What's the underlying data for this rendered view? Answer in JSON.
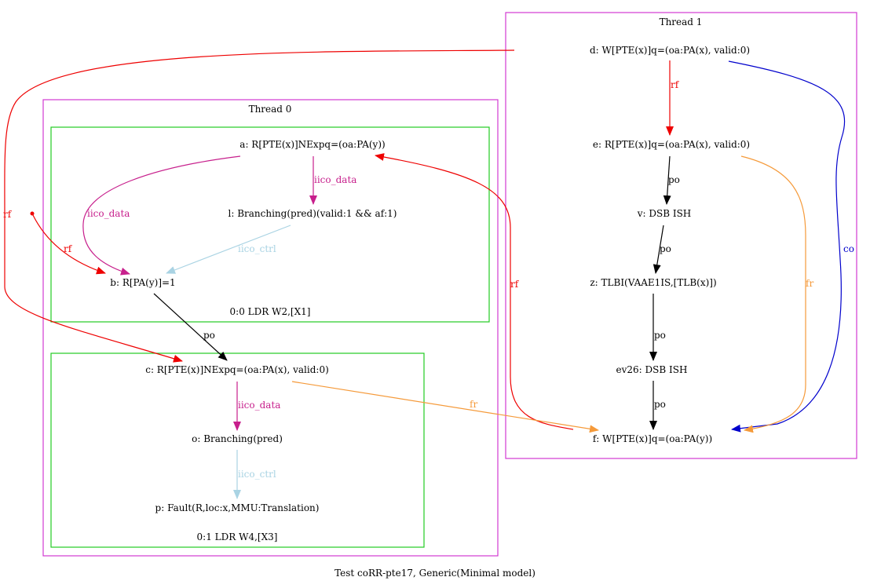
{
  "caption": "Test coRR-pte17, Generic(Minimal model)",
  "colors": {
    "thread_box": "#d23ad2",
    "instr_box": "#22cc22",
    "rf": "#ee0000",
    "po": "#000000",
    "co": "#0000cc",
    "fr": "#f59a3a",
    "iico_data": "#c71f8c",
    "iico_ctrl": "#a9d3e3"
  },
  "threads": [
    {
      "title": "Thread 1"
    },
    {
      "title": "Thread 0"
    }
  ],
  "instructions": [
    {
      "label": "0:0 LDR W2,[X1]"
    },
    {
      "label": "0:1 LDR W4,[X3]"
    }
  ],
  "nodes": {
    "d": "d: W[PTE(x)]q=(oa:PA(x), valid:0)",
    "e": "e: R[PTE(x)]q=(oa:PA(x), valid:0)",
    "v": "v: DSB ISH",
    "z": "z: TLBI(VAAE1IS,[TLB(x)])",
    "ev26": "ev26: DSB ISH",
    "f": "f: W[PTE(x)]q=(oa:PA(y))",
    "a": "a: R[PTE(x)]NExpq=(oa:PA(y))",
    "l": "l: Branching(pred)(valid:1 && af:1)",
    "b": "b: R[PA(y)]=1",
    "c": "c: R[PTE(x)]NExpq=(oa:PA(x), valid:0)",
    "o": "o: Branching(pred)",
    "p": "p: Fault(R,loc:x,MMU:Translation)"
  },
  "edge_labels": {
    "rf": "rf",
    "po": "po",
    "co": "co",
    "fr": "fr",
    "iico_data": "iico_data",
    "iico_ctrl": "iico_ctrl"
  }
}
